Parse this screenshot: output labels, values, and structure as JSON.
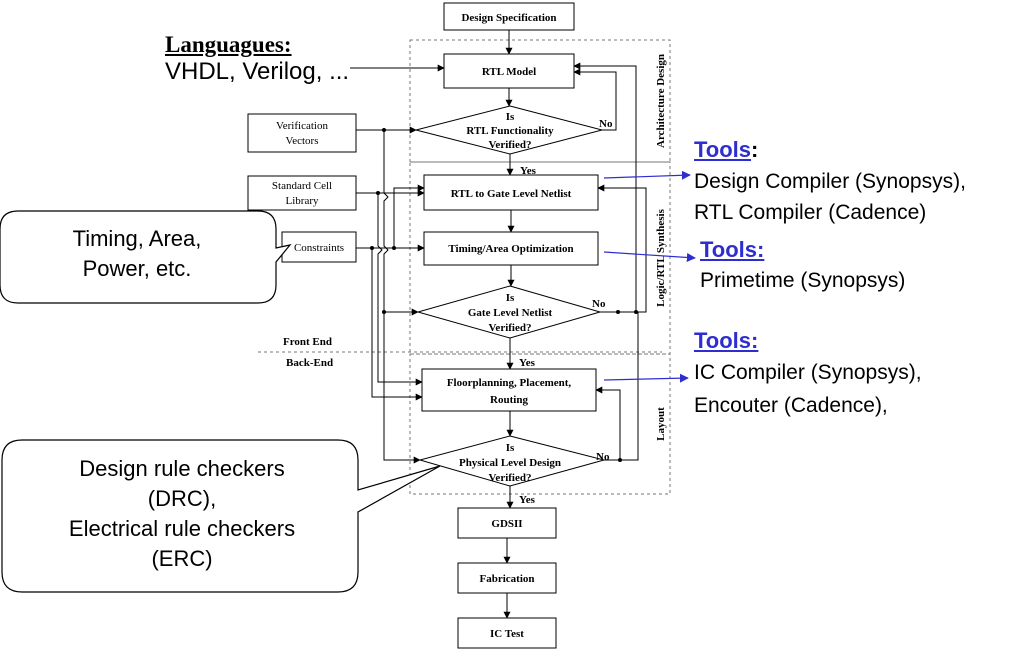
{
  "languages": {
    "title": "Languagues:",
    "body": "VHDL, Verilog, ..."
  },
  "flow": {
    "design_spec": "Design Specification",
    "rtl_model": "RTL Model",
    "rtl_verified": [
      "Is",
      "RTL Functionality",
      "Verified?"
    ],
    "rtl_to_gate": "RTL to Gate Level Netlist",
    "timing_area": "Timing/Area Optimization",
    "gate_verified": [
      "Is",
      "Gate Level Netlist",
      "Verified?"
    ],
    "floorplanning": [
      "Floorplanning, Placement,",
      "Routing"
    ],
    "physical_verified": [
      "Is",
      "Physical Level Design",
      "Verified?"
    ],
    "gdsii": "GDSII",
    "fabrication": "Fabrication",
    "ic_test": "IC Test",
    "yes_label": "Yes",
    "no_label": "No"
  },
  "inputs": {
    "verification_vectors": [
      "Verification",
      "Vectors"
    ],
    "standard_cell_library": [
      "Standard Cell",
      "Library"
    ],
    "constraints": "Constraints"
  },
  "stages": {
    "architecture": "Architecture Design",
    "logic": "Logic/RTL Synthesis",
    "layout": "Layout"
  },
  "boundary": {
    "front_end": "Front End",
    "back_end": "Back-End"
  },
  "tools": {
    "synthesis": {
      "title": "Tools",
      "colon": ":",
      "items": [
        "Design Compiler (Synopsys),",
        "RTL Compiler (Cadence)"
      ]
    },
    "timing": {
      "title": "Tools:",
      "items": [
        "Primetime (Synopsys)"
      ]
    },
    "layout": {
      "title": "Tools:",
      "items": [
        "IC Compiler (Synopsys),",
        "Encouter (Cadence),"
      ]
    }
  },
  "callouts": {
    "constraints_note": [
      "Timing, Area,",
      "Power, etc."
    ],
    "checkers_note": [
      "Design rule checkers",
      "(DRC),",
      "Electrical rule checkers",
      "(ERC)"
    ]
  },
  "colors": {
    "tools_title": "#2e2ed0",
    "tool_arrows": "#2e2ed0",
    "lines": "#000000",
    "dashed_frames": "#777777"
  }
}
